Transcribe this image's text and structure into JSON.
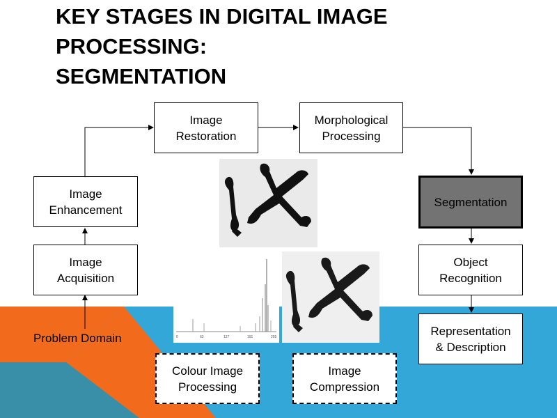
{
  "slide": {
    "title_lines": [
      "Key Stages in Digital Image",
      "Processing:",
      "Segmentation"
    ]
  },
  "diagram": {
    "image_restoration": "Image\nRestoration",
    "morphological_processing": "Morphological\nProcessing",
    "image_enhancement": "Image\nEnhancement",
    "segmentation": "Segmentation",
    "image_acquisition": "Image\nAcquisition",
    "object_recognition": "Object\nRecognition",
    "representation_description": "Representation\n& Description",
    "colour_image_processing": "Colour Image\nProcessing",
    "image_compression": "Image\nCompression",
    "problem_domain": "Problem Domain",
    "active_stage": "Segmentation"
  },
  "histogram": {
    "tick_labels": [
      "0",
      "63",
      "127",
      "191",
      "255"
    ]
  },
  "colors": {
    "orange": "#f26b1d",
    "blue": "#33a7d8",
    "teal_overlap": "#3a8fa8",
    "active_fill": "#737373"
  }
}
